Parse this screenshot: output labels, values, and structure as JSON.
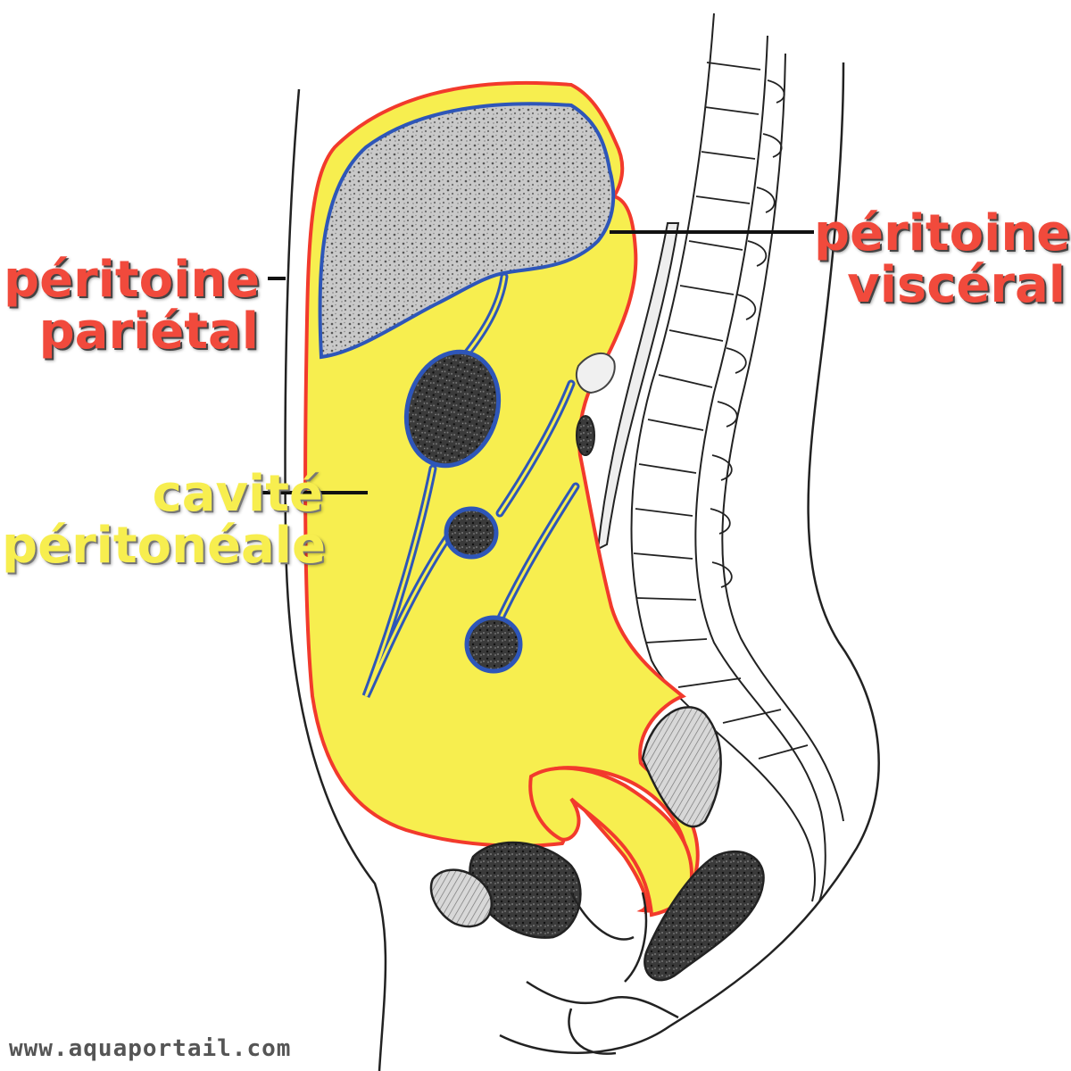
{
  "labels": {
    "parietal_line1": "péritoine",
    "parietal_line2": "pariétal",
    "visceral_line1": "péritoine",
    "visceral_line2": "viscéral",
    "cavity_line1": "cavité",
    "cavity_line2": "péritonéale"
  },
  "watermark": "www.aquaportail.com",
  "colors": {
    "parietal_peritoneum": "#f23a2c",
    "visceral_peritoneum": "#2e56b8",
    "peritoneal_cavity": "#f7ee4f",
    "label_red": "#f14a3c",
    "label_yellow": "#f7ee4f",
    "outline": "#222222"
  }
}
